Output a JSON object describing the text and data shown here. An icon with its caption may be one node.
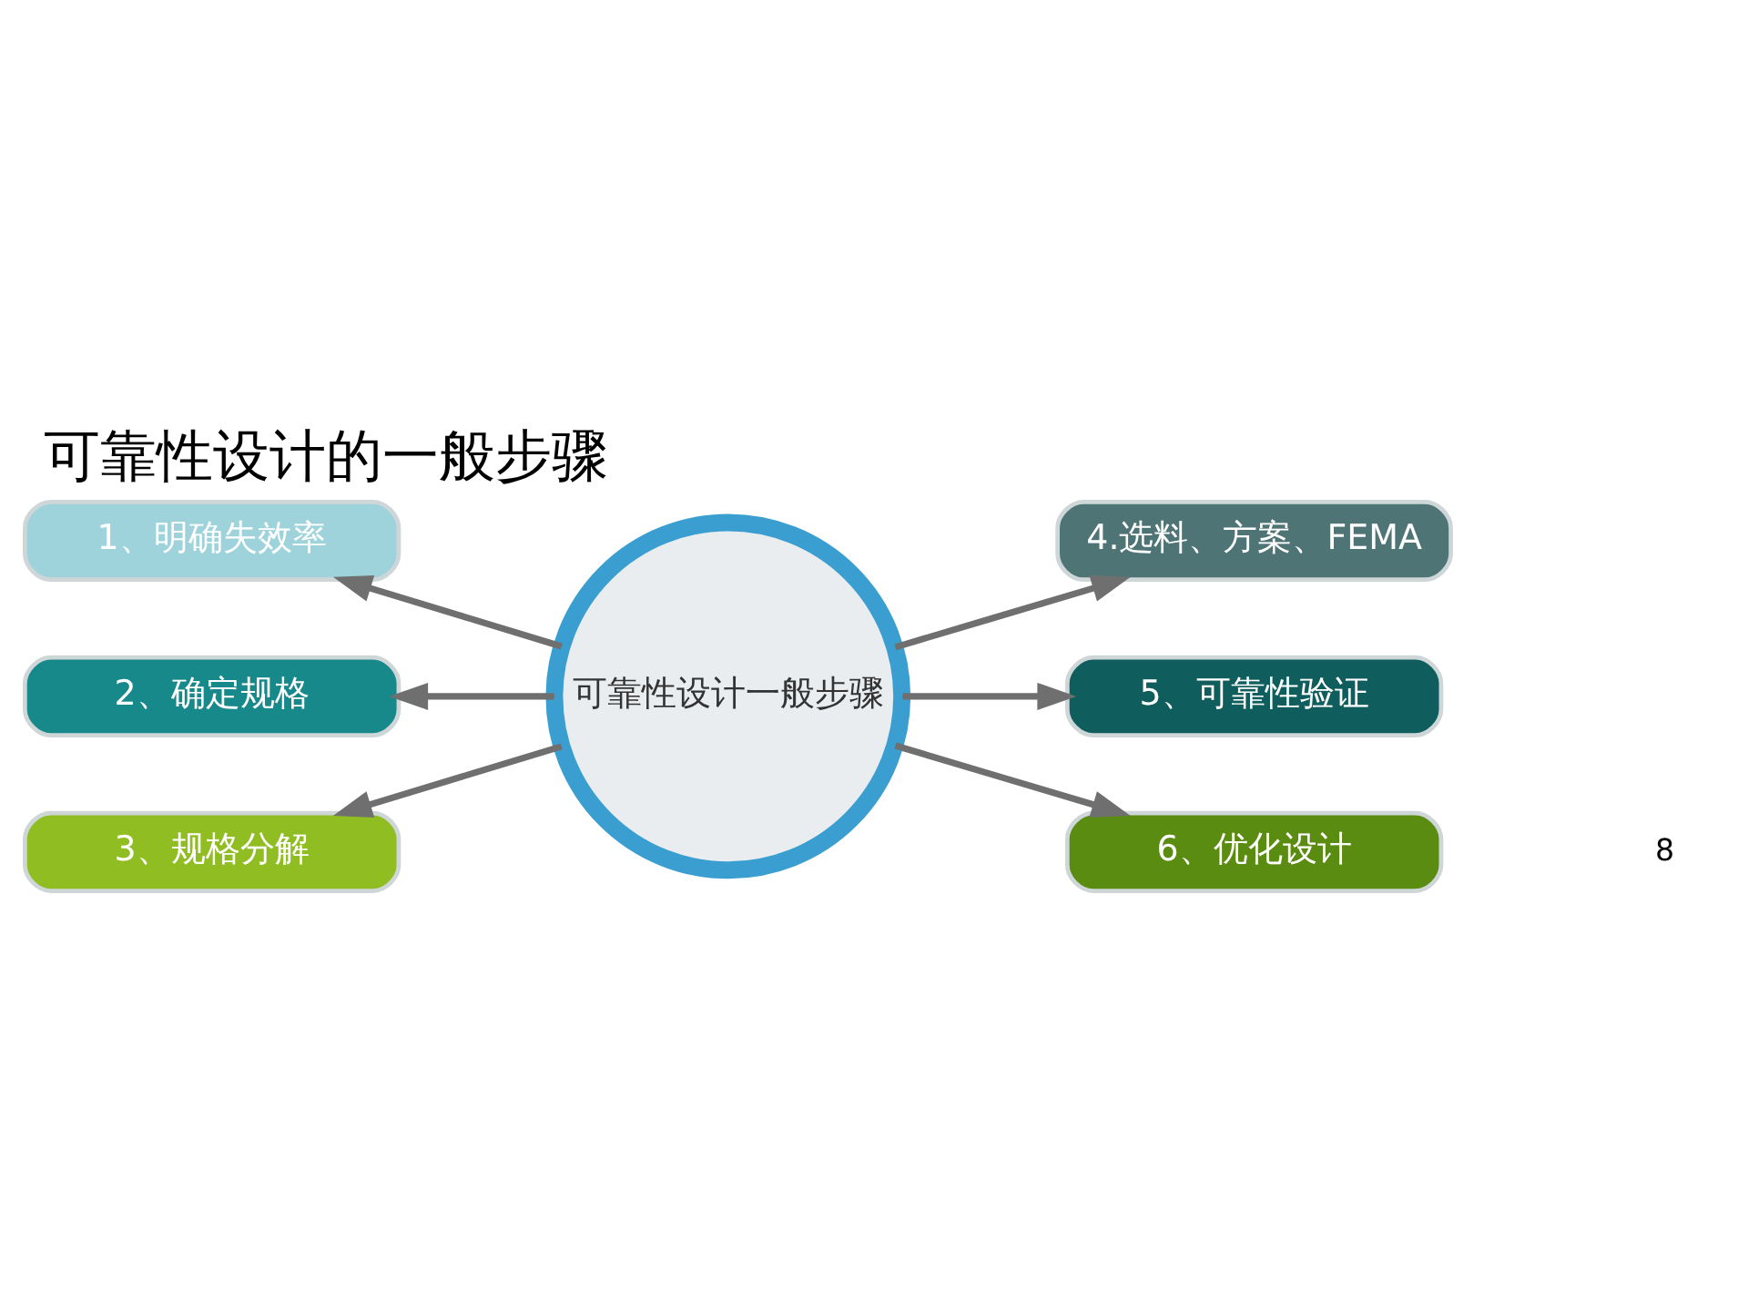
{
  "diagram": {
    "title": "可靠性设计的一般步骤",
    "nodes": [
      {
        "text": [
          "1、明确失效率"
        ]
      },
      {
        "text": [
          "4.选料、方案、FEMA"
        ]
      },
      {
        "text": [
          "2、确定规格"
        ]
      },
      {
        "text": [
          "可靠性设计一般步骤"
        ]
      },
      {
        "text": [
          "5、可靠性验证"
        ]
      },
      {
        "text": [
          "3、规格分解"
        ]
      },
      {
        "text": [
          "6、优化设计"
        ]
      }
    ],
    "edges": [
      {
        "from": 3,
        "to": 0,
        "arrow": "to"
      },
      {
        "from": 3,
        "to": 1,
        "arrow": "to"
      },
      {
        "from": 3,
        "to": 2,
        "arrow": "to"
      },
      {
        "from": 3,
        "to": 4,
        "arrow": "to"
      },
      {
        "from": 3,
        "to": 5,
        "arrow": "to"
      },
      {
        "from": 3,
        "to": 6,
        "arrow": "to"
      }
    ],
    "labels": [
      "8"
    ]
  }
}
